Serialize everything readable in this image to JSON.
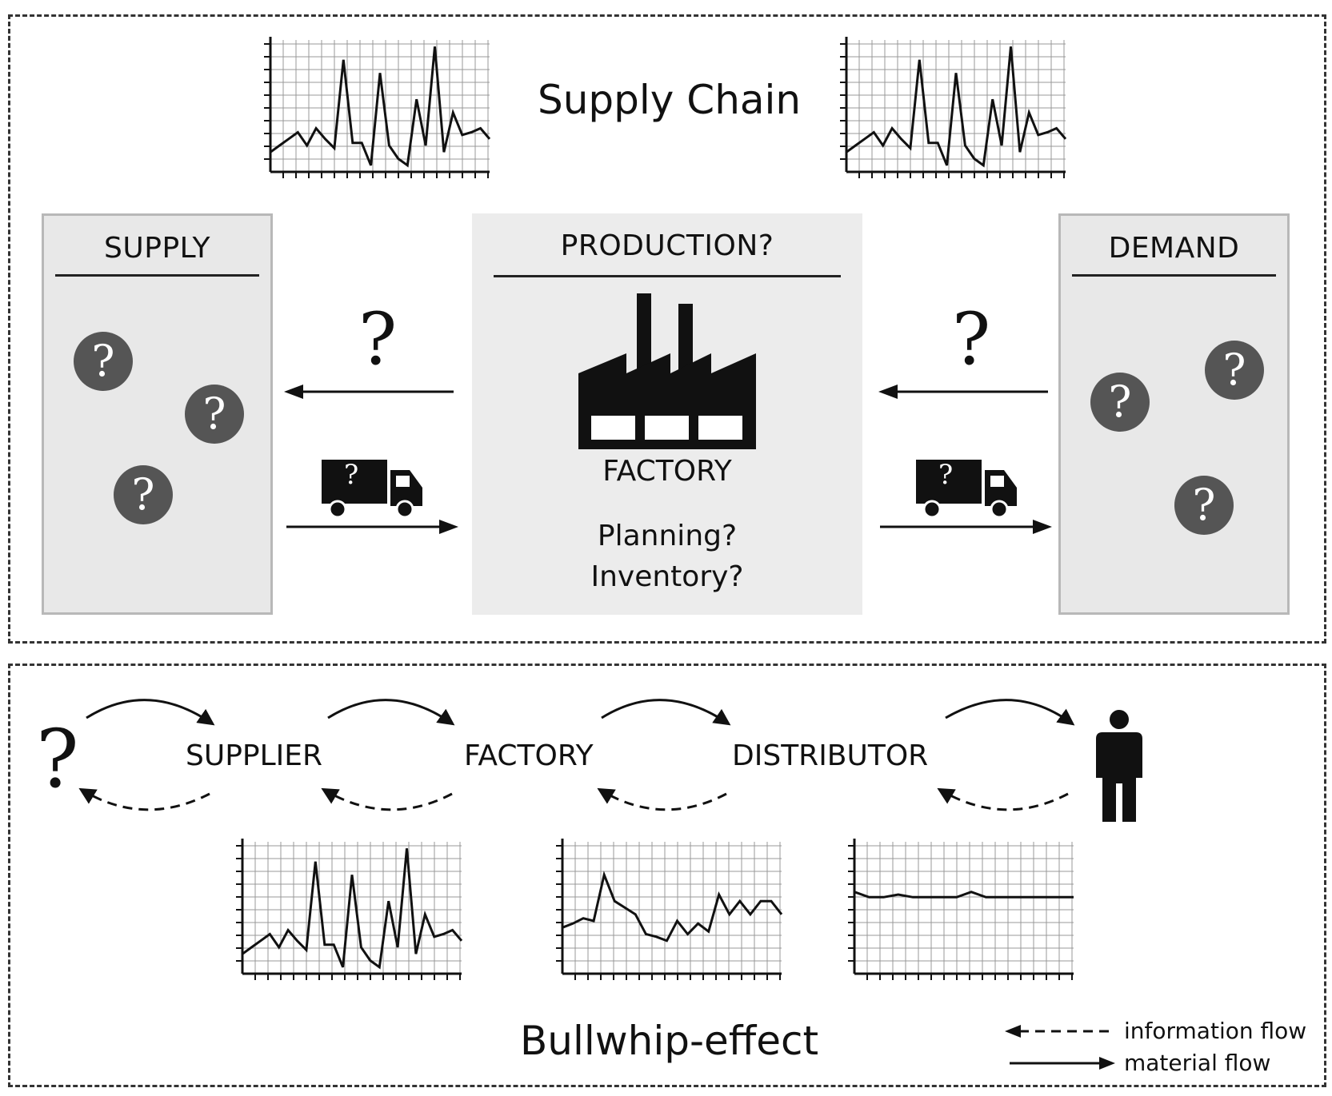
{
  "top": {
    "title": "Supply Chain",
    "supply": {
      "title": "SUPPLY"
    },
    "production": {
      "title": "PRODUCTION?",
      "factory_label": "FACTORY",
      "questions": [
        "Planning?",
        "Inventory?"
      ]
    },
    "demand": {
      "title": "DEMAND"
    },
    "info_arrow_mark": "?",
    "truck_mark": "?",
    "unknown_mark": "?"
  },
  "bottom": {
    "title": "Bullwhip-effect",
    "source_mark": "?",
    "stages": [
      "SUPPLIER",
      "FACTORY",
      "DISTRIBUTOR"
    ],
    "legend": {
      "information_flow": "information flow",
      "material_flow": "material flow"
    }
  },
  "icons": [
    "line-chart-icon",
    "factory-icon",
    "truck-icon",
    "question-circle-icon",
    "person-icon"
  ],
  "colors": {
    "panel_border": "#333333",
    "box_fill": "#e8e8e8",
    "question_circle": "#555555",
    "ink": "#111111"
  }
}
